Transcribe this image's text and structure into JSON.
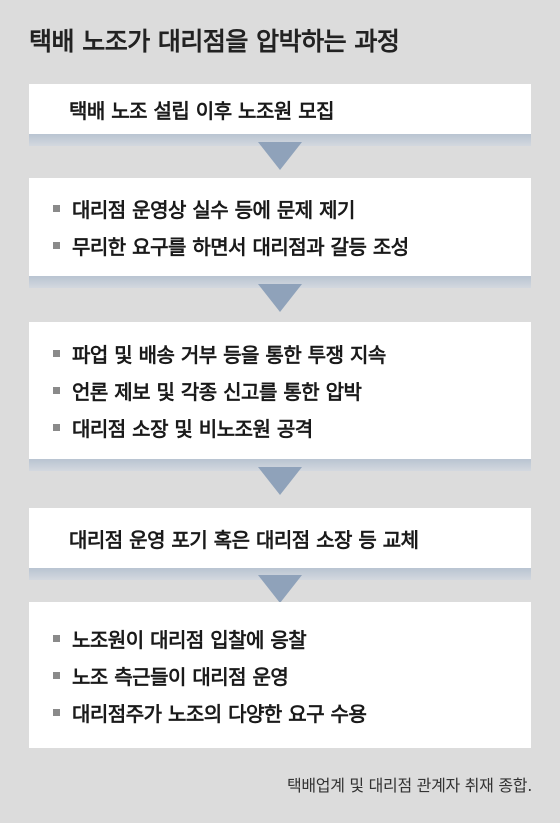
{
  "title": "택배 노조가 대리점을 압박하는 과정",
  "steps": [
    {
      "type": "single",
      "text": "택배 노조 설립 이후 노조원 모집"
    },
    {
      "type": "bullets",
      "items": [
        "대리점 운영상 실수 등에 문제 제기",
        "무리한 요구를 하면서 대리점과 갈등 조성"
      ]
    },
    {
      "type": "bullets",
      "items": [
        "파업 및 배송 거부 등을 통한 투쟁 지속",
        "언론 제보 및 각종 신고를 통한 압박",
        "대리점 소장 및 비노조원 공격"
      ]
    },
    {
      "type": "single",
      "text": "대리점 운영 포기 혹은 대리점 소장 등 교체"
    },
    {
      "type": "bullets",
      "items": [
        "노조원이 대리점 입찰에 응찰",
        "노조 측근들이 대리점 운영",
        "대리점주가 노조의 다양한 요구 수용"
      ]
    }
  ],
  "source": "택배업계 및 대리점 관계자 취재 종합.",
  "colors": {
    "background": "#dcdcdc",
    "box": "#ffffff",
    "box_shadow": "#c3ccd7",
    "arrow": "#8fa2ba",
    "bullet": "#8a8a8a"
  },
  "icons": [
    "down-arrow-icon",
    "bullet-square-icon"
  ]
}
